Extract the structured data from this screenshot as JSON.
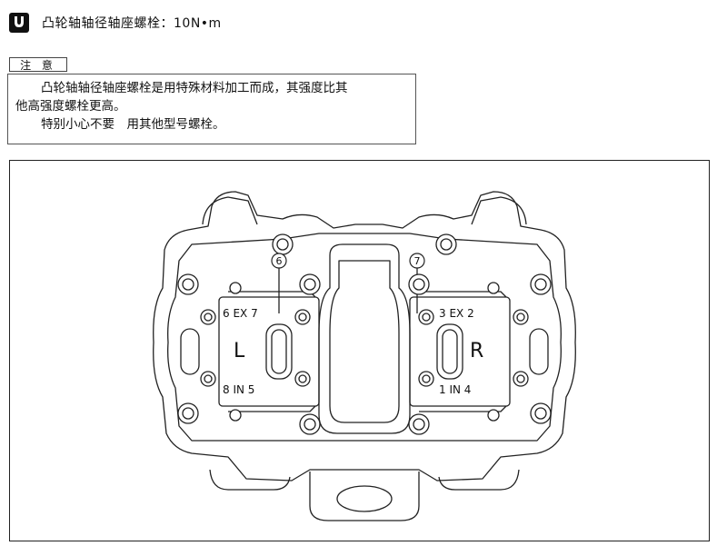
{
  "spec": {
    "icon": "torque-wrench-icon",
    "text": "凸轮轴轴径轴座螺栓：10N•m"
  },
  "note": {
    "label": "注 意",
    "line1": "凸轮轴轴径轴座螺栓是用特殊材料加工而成，其强度比其",
    "line2": "他高强度螺栓更高。",
    "line3": "特别小心不要　用其他型号螺栓。"
  },
  "figure": {
    "callout_left": "6",
    "callout_right": "7",
    "left_cap": {
      "top_label": "6 EX 7",
      "letter": "L",
      "bottom_label": "8 IN 5"
    },
    "right_cap": {
      "top_label": "3 EX 2",
      "letter": "R",
      "bottom_label": "1 IN 4"
    }
  }
}
